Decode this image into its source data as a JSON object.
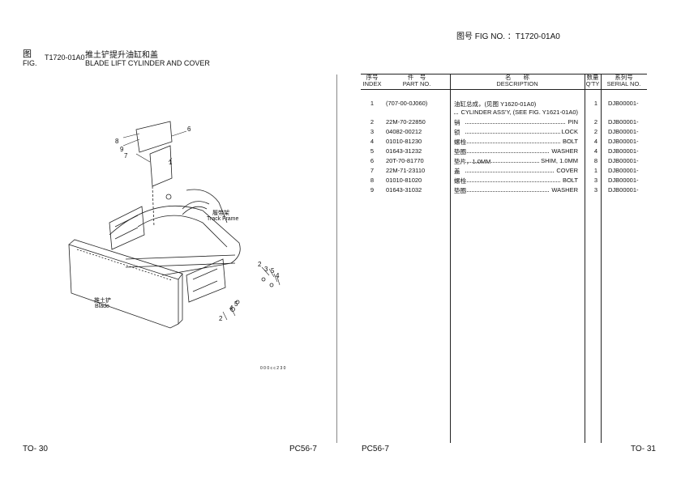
{
  "header": {
    "fig_no_label": "图号 FIG NO. ：T1720-01A0",
    "fig_cn": "图",
    "fig_en": "FIG.",
    "fig_code": "T1720-01A0",
    "title_cn": "推土铲提升油缸和盖",
    "title_en": "BLADE LIFT CYLINDER AND COVER"
  },
  "table": {
    "headers": {
      "index_cn": "序号",
      "index_en": "INDEX",
      "part_cn": "件　号",
      "part_en": "PART NO.",
      "desc_cn": "名　　称",
      "desc_en": "DESCRIPTION",
      "qty_cn": "数量",
      "qty_en": "Q'TY",
      "serial_cn": "系列号",
      "serial_en": "SERIAL NO."
    },
    "rows": [
      {
        "index": "1",
        "part": "(707-00-0J060)",
        "desc_cn": "油缸总成，(见图 Y1620-01A0)",
        "desc_en": "",
        "qty": "1",
        "serial": "DJB00001-"
      },
      {
        "index": "",
        "part": "",
        "desc_cn": "",
        "desc_en": "CYLINDER ASS'Y, (SEE FIG. Y1621-01A0)",
        "qty": "",
        "serial": ""
      },
      {
        "index": "2",
        "part": "22M-70-22850",
        "desc_cn": "销",
        "desc_en": "PIN",
        "qty": "2",
        "serial": "DJB00001-"
      },
      {
        "index": "3",
        "part": "04082-00212",
        "desc_cn": "锁",
        "desc_en": "LOCK",
        "qty": "2",
        "serial": "DJB00001-"
      },
      {
        "index": "4",
        "part": "01010-81230",
        "desc_cn": "螺栓",
        "desc_en": "BOLT",
        "qty": "4",
        "serial": "DJB00001-"
      },
      {
        "index": "5",
        "part": "01643-31232",
        "desc_cn": "垫圈",
        "desc_en": "WASHER",
        "qty": "4",
        "serial": "DJB00001-"
      },
      {
        "index": "6",
        "part": "20T-70-81770",
        "desc_cn": "垫片，1.0MM",
        "desc_en": "SHIM, 1.0MM",
        "qty": "8",
        "serial": "DJB00001-"
      },
      {
        "index": "7",
        "part": "22M-71-23110",
        "desc_cn": "盖",
        "desc_en": "COVER",
        "qty": "1",
        "serial": "DJB00001-"
      },
      {
        "index": "8",
        "part": "01010-81020",
        "desc_cn": "螺栓",
        "desc_en": "BOLT",
        "qty": "3",
        "serial": "DJB00001-"
      },
      {
        "index": "9",
        "part": "01643-31032",
        "desc_cn": "垫圈",
        "desc_en": "WASHER",
        "qty": "3",
        "serial": "DJB00001-"
      }
    ]
  },
  "diagram": {
    "callouts": [
      "1",
      "2",
      "3",
      "4",
      "5",
      "6",
      "7",
      "8",
      "9",
      "2",
      "3",
      "4",
      "5"
    ],
    "track_frame_cn": "履带架",
    "track_frame_en": "Track Frame",
    "blade_cn": "推土铲",
    "blade_en": "Blade",
    "drawing_code": "0 0 0 c c 2 3 0"
  },
  "footer": {
    "left_page": "TO- 30",
    "left_model": "PC56-7",
    "right_model": "PC56-7",
    "right_page": "TO- 31"
  }
}
